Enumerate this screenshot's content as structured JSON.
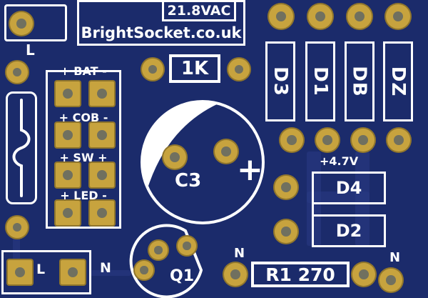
{
  "colors": {
    "board": "#1B2B6B",
    "pad": "#C7A33E",
    "hole": "#70705F",
    "silk": "#FFFFFF",
    "trace": "#2A3B85"
  },
  "header": {
    "ac_voltage": "21.8VAC",
    "site": "BrightSocket.co.uk"
  },
  "labels": {
    "line_top": "L",
    "bat": "+ BAT -",
    "cob": "+ COB -",
    "sw": "+ SW +",
    "led": "+ LED -",
    "test_voltage": "+4.7V",
    "neutral_r1": "N",
    "neutral_right": "N",
    "line_bottom": "L",
    "neutral_bottom": "N"
  },
  "components": {
    "r_1k": "1K",
    "c3": "C3",
    "c3_polarity": "+",
    "diodes": [
      "D3",
      "D1",
      "DB",
      "DZ"
    ],
    "d4": "D4",
    "d2": "D2",
    "q1": "Q1",
    "r1": "R1 270"
  }
}
